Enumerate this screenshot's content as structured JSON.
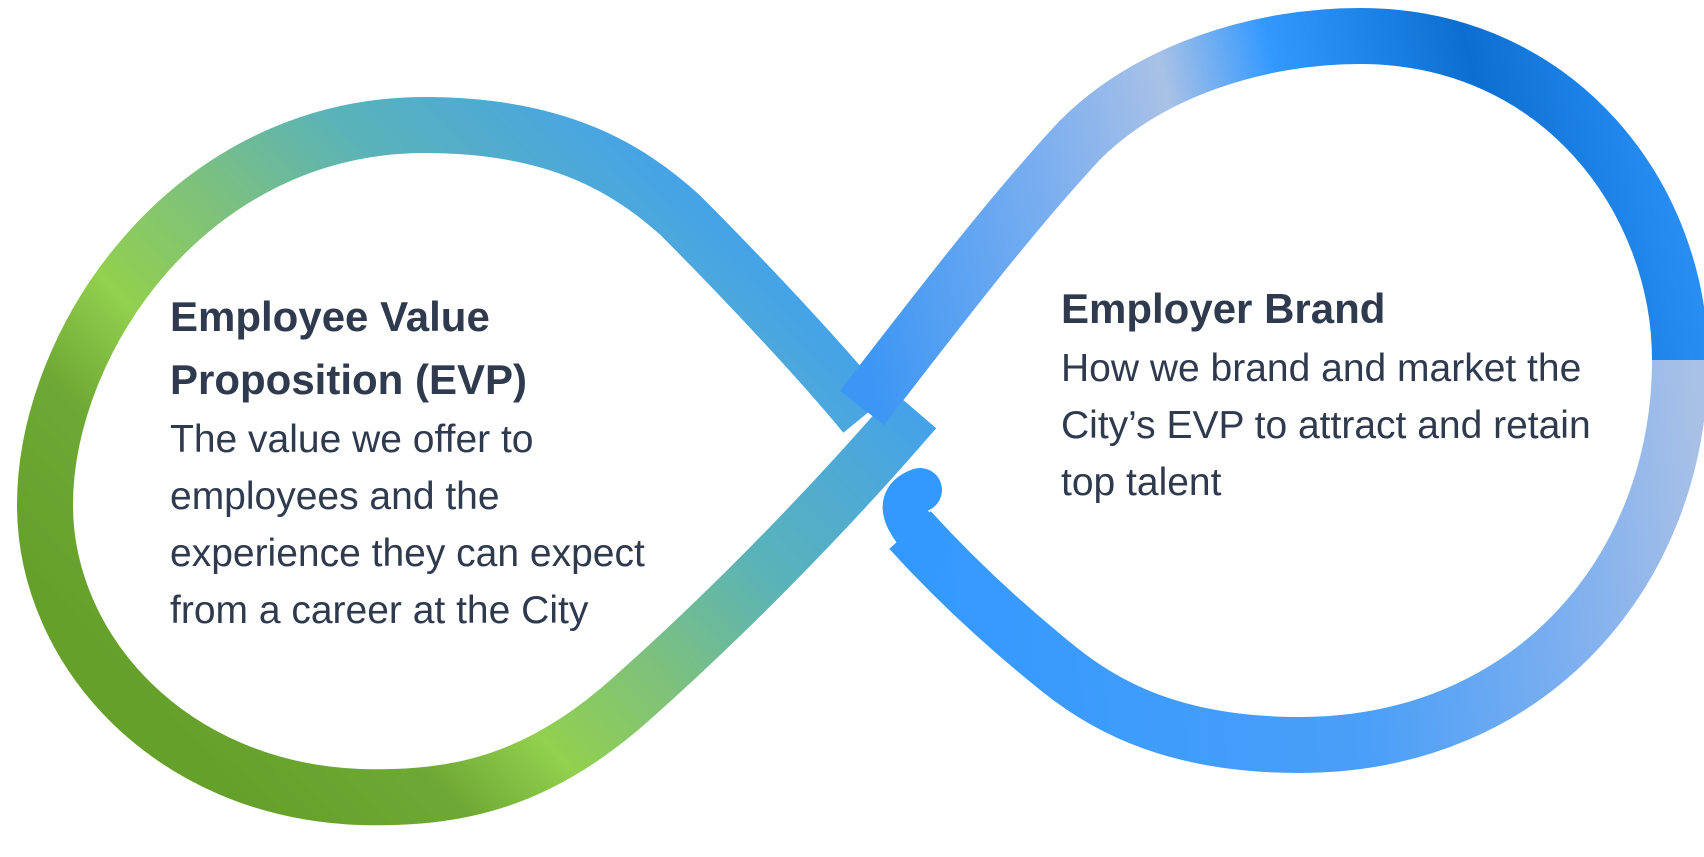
{
  "diagram": {
    "colors": {
      "green_dark": "#65a02b",
      "green_light": "#92d04e",
      "teal": "#5ab3b8",
      "blue": "#3399ff",
      "blue_dark": "#0b6fd1",
      "blue_pale": "#a9c1e6",
      "text": "#2f3a4f"
    },
    "left_loop": {
      "title": "Employee Value Proposition (EVP)",
      "description": "The value we offer to employees and the experience they can expect from a career at the City"
    },
    "right_loop": {
      "title": "Employer Brand",
      "description": "How we brand and market the City’s EVP to attract and retain top talent"
    }
  }
}
